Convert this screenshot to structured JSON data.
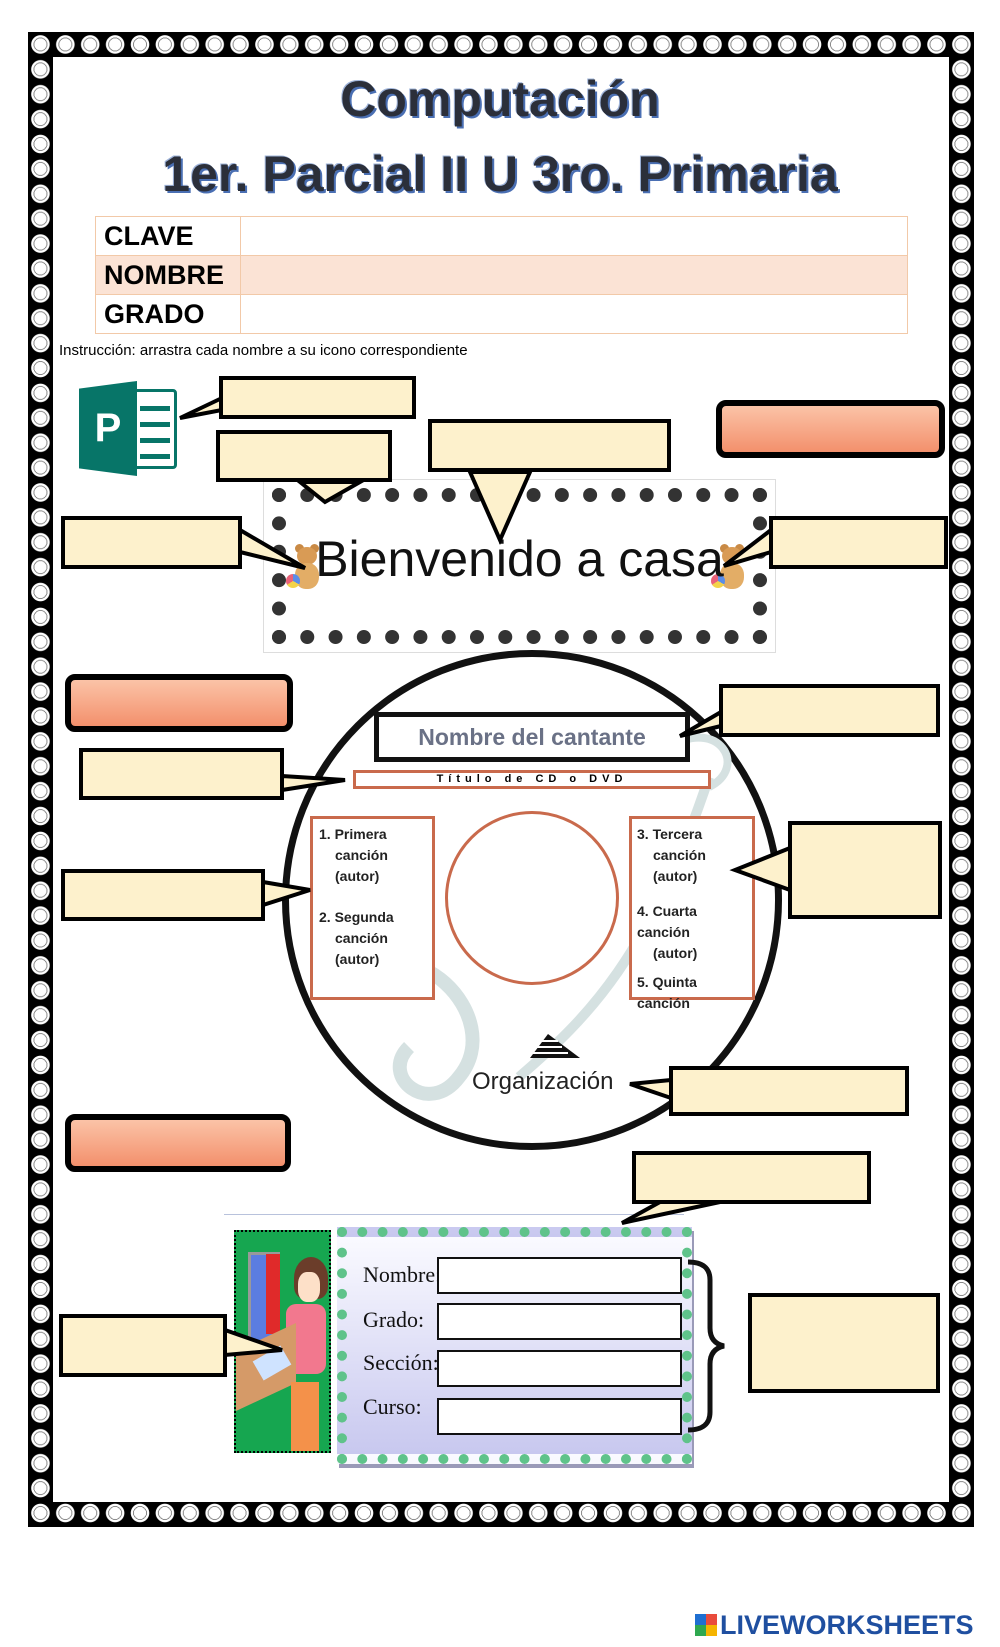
{
  "header": {
    "title": "Computación",
    "subtitle": "1er. Parcial II U 3ro. Primaria"
  },
  "info_table": {
    "rows": [
      {
        "label": "CLAVE"
      },
      {
        "label": "NOMBRE"
      },
      {
        "label": "GRADO"
      }
    ]
  },
  "instruction": "Instrucción: arrastra cada nombre a su icono correspondiente",
  "publisher_icon": {
    "letter": "P"
  },
  "banner": {
    "text": "Bienvenido a casa"
  },
  "cd": {
    "singer": "Nombre del cantante",
    "title": "Título de CD o DVD",
    "left_songs": [
      "1. Primera",
      "canción",
      "(autor)",
      "2. Segunda",
      "canción",
      "(autor)"
    ],
    "right_songs": [
      "3. Tercera",
      "canción",
      "(autor)",
      "4. Cuarta canción",
      "(autor)",
      "5. Quinta canción"
    ],
    "organization": "Organización"
  },
  "form": {
    "labels": [
      "Nombre:",
      "Grado:",
      "Sección:",
      "Curso:"
    ]
  },
  "colors": {
    "callout": "#fdf1cc",
    "pill": "#f3906c",
    "accent_border": "#c96a4c"
  },
  "footer": {
    "logo": "LIVEWORKSHEETS"
  }
}
